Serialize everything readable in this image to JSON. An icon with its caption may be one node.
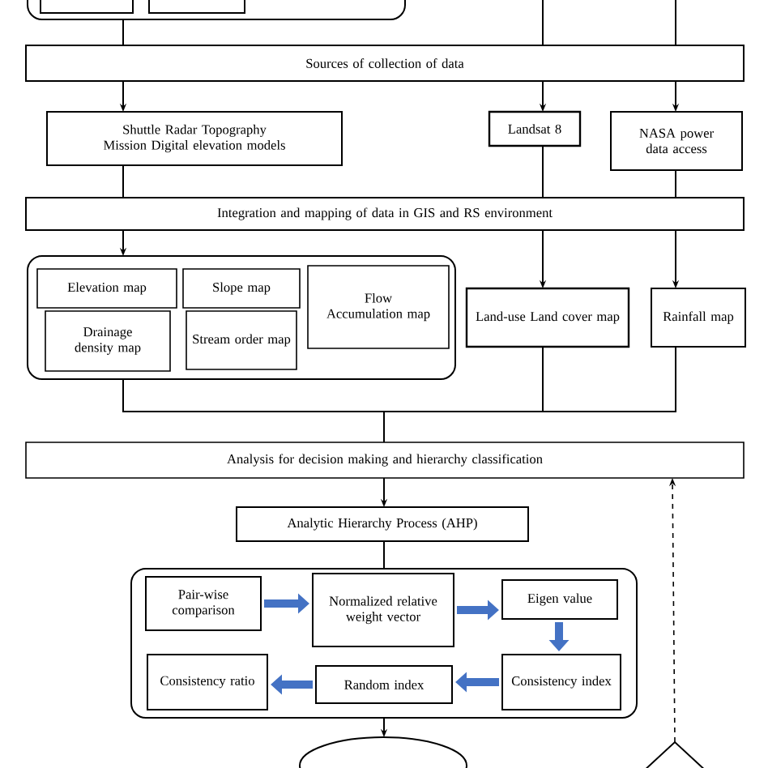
{
  "diagram": {
    "nodes": [
      {
        "text": [],
        "shape": "box"
      },
      {
        "text": [],
        "shape": "box",
        "in": 0
      },
      {
        "text": [],
        "shape": "box",
        "in": 0
      },
      {
        "text": [
          "Sources of collection of data"
        ]
      },
      {
        "text": [
          "Shuttle Radar Topography Mission Digital elevation models"
        ]
      },
      {
        "text": [
          "Landsat 8"
        ]
      },
      {
        "text": [
          "NASA power data access"
        ]
      },
      {
        "text": [
          "Integration and mapping of data in GIS and RS environment"
        ]
      },
      {
        "text": [],
        "shape": "box"
      },
      {
        "text": [
          "Elevation map"
        ],
        "in": 8
      },
      {
        "text": [
          "Slope map"
        ],
        "in": 8
      },
      {
        "text": [
          "Flow Accumulation map"
        ],
        "in": 8
      },
      {
        "text": [
          "Drainage density map"
        ],
        "in": 8
      },
      {
        "text": [
          "Stream order map"
        ],
        "in": 8
      },
      {
        "text": [
          "Land-use Land cover map"
        ]
      },
      {
        "text": [
          "Rainfall map"
        ]
      },
      {
        "text": [
          "Analysis for decision making and hierarchy classification"
        ]
      },
      {
        "text": [
          "Analytic Hierarchy Process (AHP)"
        ]
      },
      {
        "text": [],
        "shape": "box"
      },
      {
        "text": [
          "Pair-wise comparison"
        ],
        "in": 18
      },
      {
        "text": [
          "Normalized relative weight vector"
        ],
        "in": 18
      },
      {
        "text": [
          "Eigen value"
        ],
        "in": 18
      },
      {
        "text": [
          "Consistency index"
        ],
        "in": 18
      },
      {
        "text": [
          "Random index"
        ],
        "in": 18
      },
      {
        "text": [
          "Consistency ratio"
        ],
        "in": 18
      },
      {
        "text": [],
        "shape": "ellipse"
      },
      {
        "text": [],
        "shape": "diamond"
      }
    ],
    "edges": [
      {
        "from": 0,
        "to": 3,
        "arrow": "none"
      },
      {
        "from": null,
        "to": 3,
        "arrow": "none"
      },
      {
        "from": null,
        "to": 3,
        "arrow": "none"
      },
      {
        "from": 3,
        "to": 4,
        "arrow": "to"
      },
      {
        "from": 3,
        "to": 5,
        "arrow": "to"
      },
      {
        "from": 3,
        "to": 6,
        "arrow": "to"
      },
      {
        "from": 4,
        "to": 7,
        "arrow": "none"
      },
      {
        "from": 5,
        "to": 7,
        "arrow": "none"
      },
      {
        "from": 6,
        "to": 7,
        "arrow": "none"
      },
      {
        "from": 7,
        "to": 8,
        "arrow": "to"
      },
      {
        "from": 7,
        "to": 14,
        "arrow": "to"
      },
      {
        "from": 7,
        "to": 15,
        "arrow": "to"
      },
      {
        "from": 8,
        "to": 16,
        "arrow": "none"
      },
      {
        "from": 14,
        "to": 16,
        "arrow": "none"
      },
      {
        "from": 15,
        "to": 16,
        "arrow": "none"
      },
      {
        "from": 16,
        "to": 17,
        "arrow": "to"
      },
      {
        "from": 17,
        "to": 18,
        "arrow": "none"
      },
      {
        "from": 19,
        "to": 20,
        "arrow": "to",
        "style": "thick",
        "color": "#4472c4"
      },
      {
        "from": 20,
        "to": 21,
        "arrow": "to",
        "style": "thick",
        "color": "#4472c4"
      },
      {
        "from": 21,
        "to": 22,
        "arrow": "to",
        "style": "thick",
        "color": "#4472c4"
      },
      {
        "from": 22,
        "to": 23,
        "arrow": "to",
        "style": "thick",
        "color": "#4472c4"
      },
      {
        "from": 23,
        "to": 24,
        "arrow": "to",
        "style": "thick",
        "color": "#4472c4"
      },
      {
        "from": 18,
        "to": 25,
        "arrow": "to"
      },
      {
        "from": 26,
        "to": 16,
        "arrow": "to",
        "style": "dashed"
      }
    ]
  }
}
